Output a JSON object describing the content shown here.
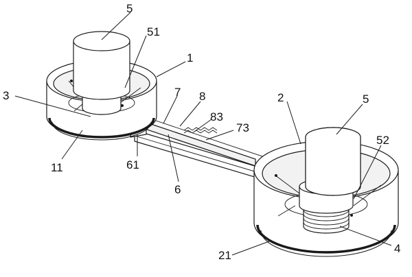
{
  "labels": {
    "motor_left": "5",
    "shaft_left": "51",
    "base_left": "1",
    "rim_left": "3",
    "band_left": "11",
    "connector": "61",
    "bar_6": "6",
    "bar_7": "7",
    "bar_8": "8",
    "tooth_83": "83",
    "tooth_73": "73",
    "base_right": "2",
    "motor_right": "5",
    "shaft_right": "52",
    "band_right": "21",
    "thread": "4"
  }
}
